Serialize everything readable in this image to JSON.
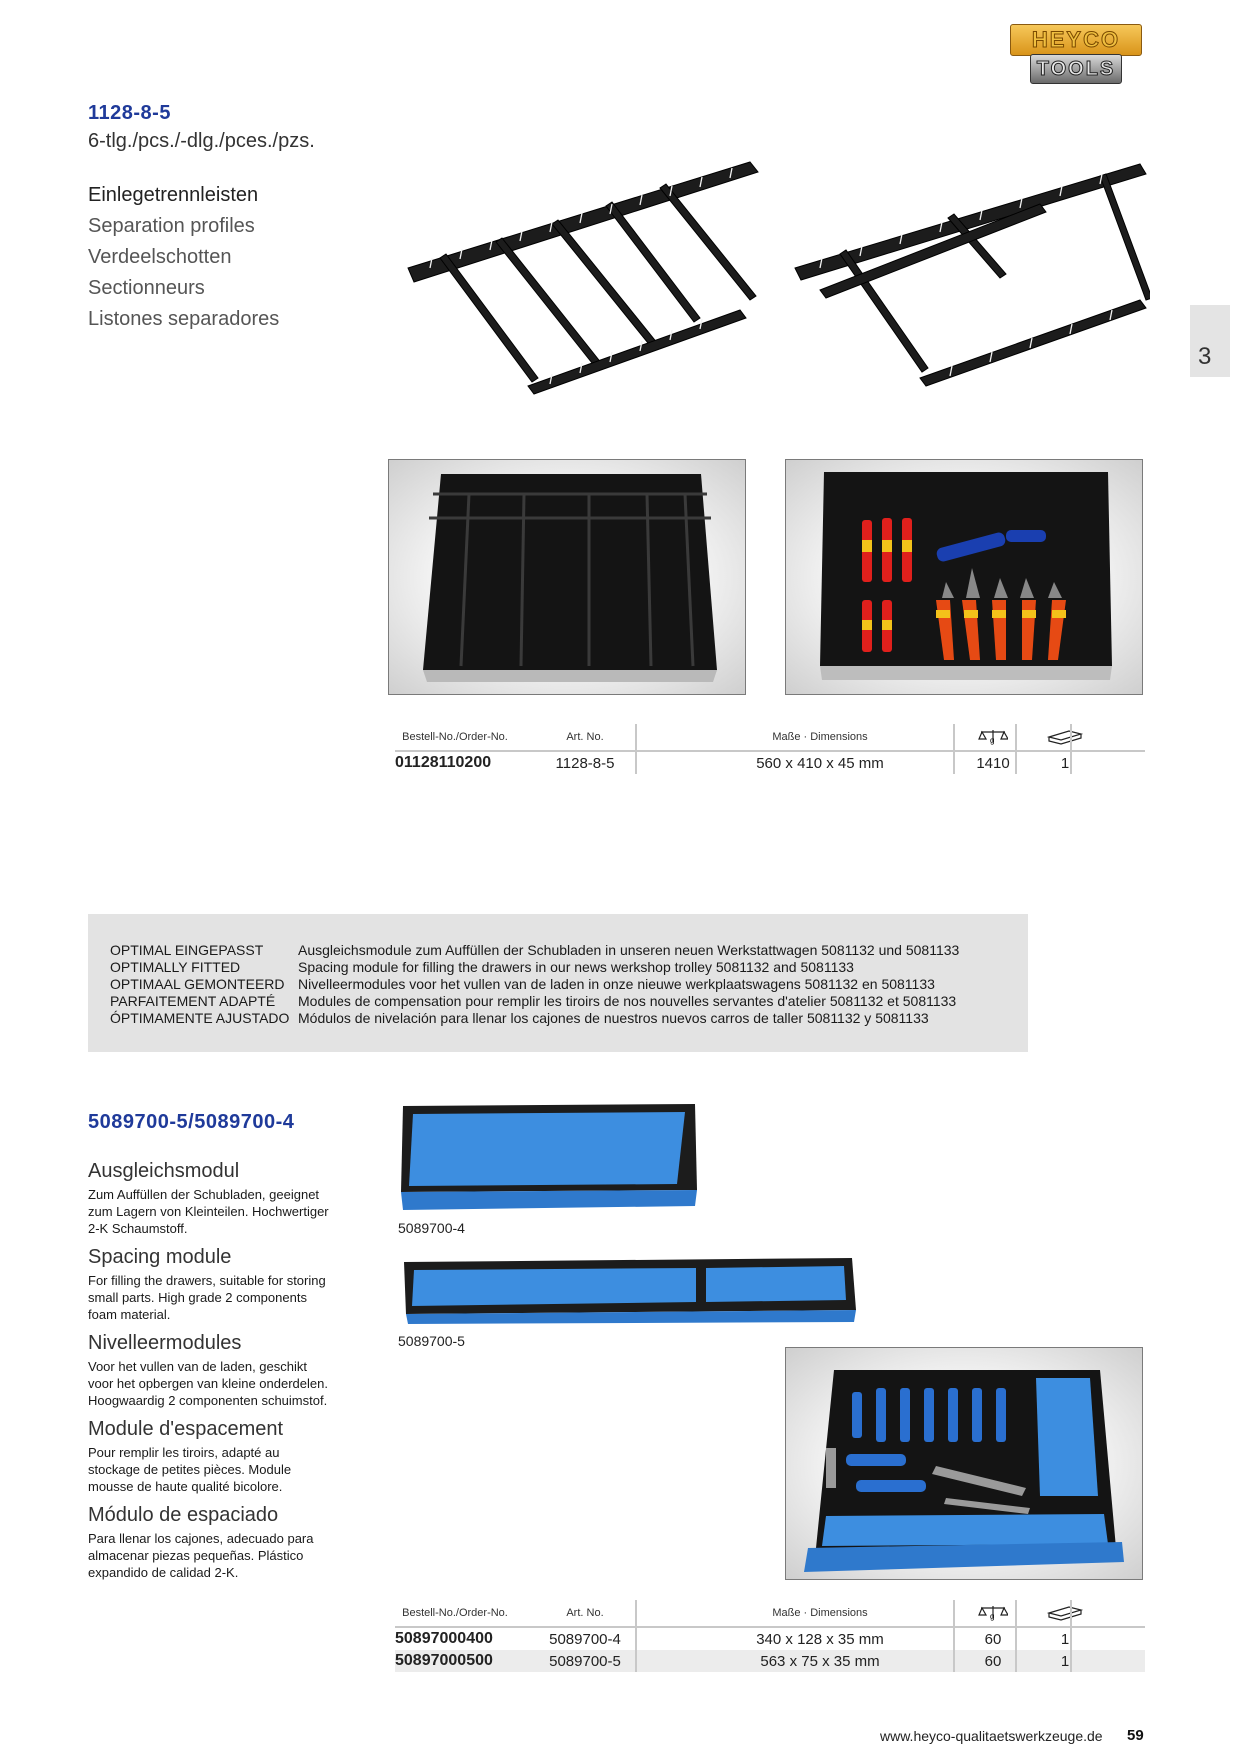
{
  "brand": {
    "top": "HEYCO",
    "bottom": "TOOLS"
  },
  "chapter": "3",
  "product1": {
    "number": "1128-8-5",
    "pieces": "6-tlg./pcs./-dlg./pces./pzs.",
    "names": [
      "Einlegetrennleisten",
      "Separation profiles",
      "Verdeelschotten",
      "Sectionneurs",
      "Listones separadores"
    ]
  },
  "table_headers": {
    "order_no": "Bestell-No./Order-No.",
    "art_no": "Art. No.",
    "dimensions": "Maße · Dimensions",
    "weight_icon": "weight-g-icon",
    "pack_icon": "package-icon"
  },
  "table1": {
    "rows": [
      {
        "order_no": "01128110200",
        "art_no": "1128-8-5",
        "dimensions": "560 x 410 x 45 mm",
        "weight": "1410",
        "qty": "1"
      }
    ]
  },
  "info": {
    "labels": [
      "OPTIMAL EINGEPASST",
      "OPTIMALLY FITTED",
      "OPTIMAAL GEMONTEERD",
      "PARFAITEMENT ADAPTÉ",
      "ÓPTIMAMENTE AJUSTADO"
    ],
    "texts": [
      "Ausgleichsmodule zum Auffüllen der Schubladen in unseren neuen Werkstattwagen 5081132 und 5081133",
      "Spacing module for filling the drawers in our news werkshop trolley 5081132 and 5081133",
      "Nivelleermodules voor het vullen van de laden in onze nieuwe werkplaatswagens 5081132 en 5081133",
      "Modules de compensation pour remplir les tiroirs de nos nouvelles servantes d'atelier 5081132 et 5081133",
      "Módulos de nivelación para llenar los cajones de nuestros nuevos carros de taller 5081132 y 5081133"
    ]
  },
  "product2": {
    "number": "5089700-5/5089700-4",
    "sections": [
      {
        "title": "Ausgleichsmodul",
        "lines": [
          "Zum Auffüllen der Schubladen, geeignet",
          "zum Lagern von Kleinteilen. Hochwertiger",
          "2-K Schaumstoff."
        ]
      },
      {
        "title": "Spacing module",
        "lines": [
          "For filling the drawers, suitable for storing",
          "small parts. High grade 2 components",
          "foam material."
        ]
      },
      {
        "title": "Nivelleermodules",
        "lines": [
          "Voor het vullen van de laden, geschikt",
          "voor het opbergen van kleine onderdelen.",
          "Hoogwaardig 2 componenten schuimstof."
        ]
      },
      {
        "title": "Module d'espacement",
        "lines": [
          "Pour remplir les tiroirs, adapté au",
          "stockage de petites pièces. Module",
          "mousse de haute qualité bicolore."
        ]
      },
      {
        "title": "Módulo de espaciado",
        "lines": [
          "Para llenar los cajones, adecuado para",
          "almacenar piezas pequeñas. Plástico",
          "expandido de calidad 2-K."
        ]
      }
    ],
    "captions": {
      "short": "5089700-4",
      "long": "5089700-5"
    }
  },
  "table2": {
    "rows": [
      {
        "order_no": "50897000400",
        "art_no": "5089700-4",
        "dimensions": "340 x 128 x 35 mm",
        "weight": "60",
        "qty": "1"
      },
      {
        "order_no": "50897000500",
        "art_no": "5089700-5",
        "dimensions": "563 x 75 x 35 mm",
        "weight": "60",
        "qty": "1"
      }
    ]
  },
  "footer": {
    "url": "www.heyco-qualitaetswerkzeuge.de",
    "page": "59"
  },
  "colors": {
    "title_blue": "#1f3a9a",
    "foam_blue": "#3d8ee0",
    "box_gray": "#e3e3e3"
  }
}
